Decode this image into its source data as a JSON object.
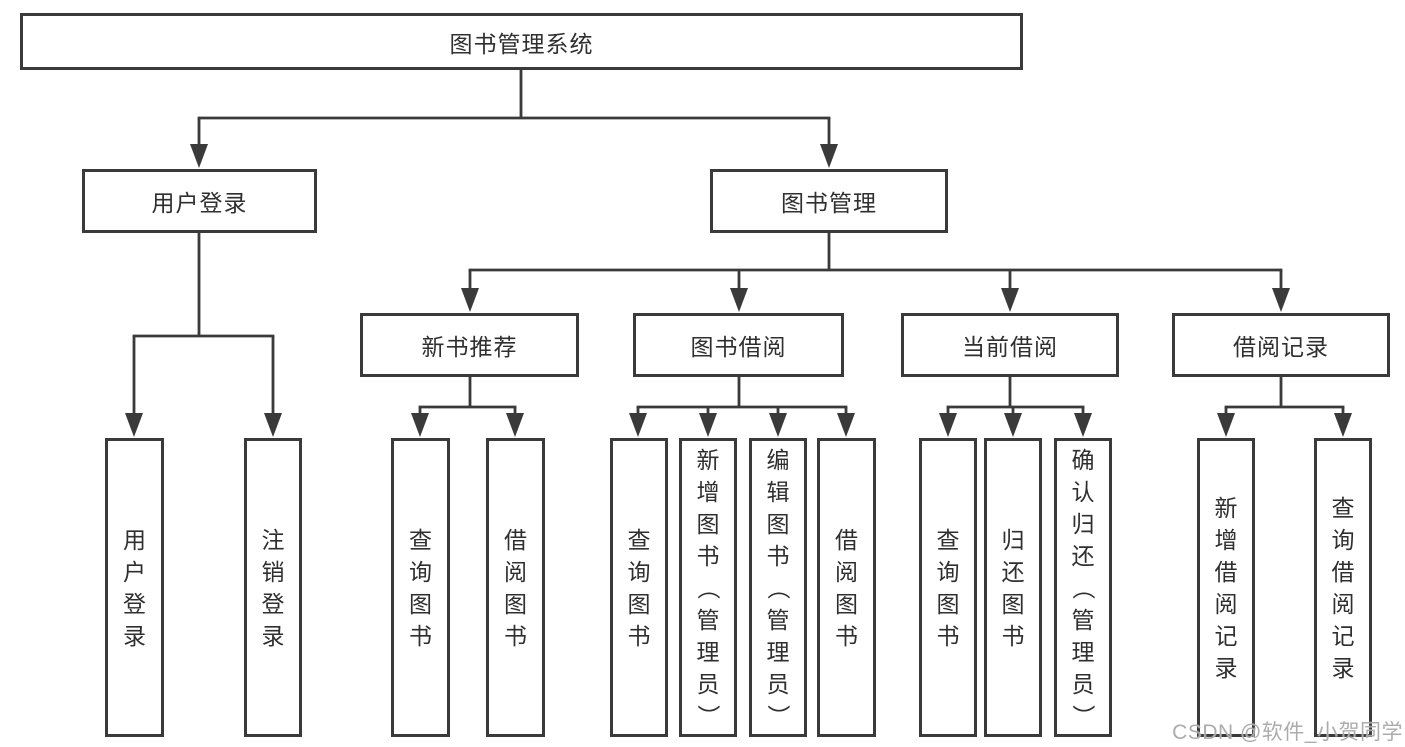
{
  "diagram": {
    "root": {
      "label": "图书管理系统"
    },
    "level2": [
      {
        "label": "用户登录"
      },
      {
        "label": "图书管理"
      }
    ],
    "level3": [
      {
        "label": "新书推荐"
      },
      {
        "label": "图书借阅"
      },
      {
        "label": "当前借阅"
      },
      {
        "label": "借阅记录"
      }
    ],
    "leaves": {
      "user_login": [
        "用户登录",
        "注销登录"
      ],
      "new_book": [
        "查询图书",
        "借阅图书"
      ],
      "book_borrow": [
        "查询图书",
        "新增图书（管理员）",
        "编辑图书（管理员）",
        "借阅图书"
      ],
      "current_borrow": [
        "查询图书",
        "归还图书",
        "确认归还（管理员）"
      ],
      "borrow_record": [
        "新增借阅记录",
        "查询借阅记录"
      ]
    }
  },
  "watermark": "CSDN @软件_小贺同学",
  "colors": {
    "line": "#3a3a3a",
    "text": "#2f2f2f",
    "background": "#ffffff",
    "watermark": "#9e9e9e"
  }
}
